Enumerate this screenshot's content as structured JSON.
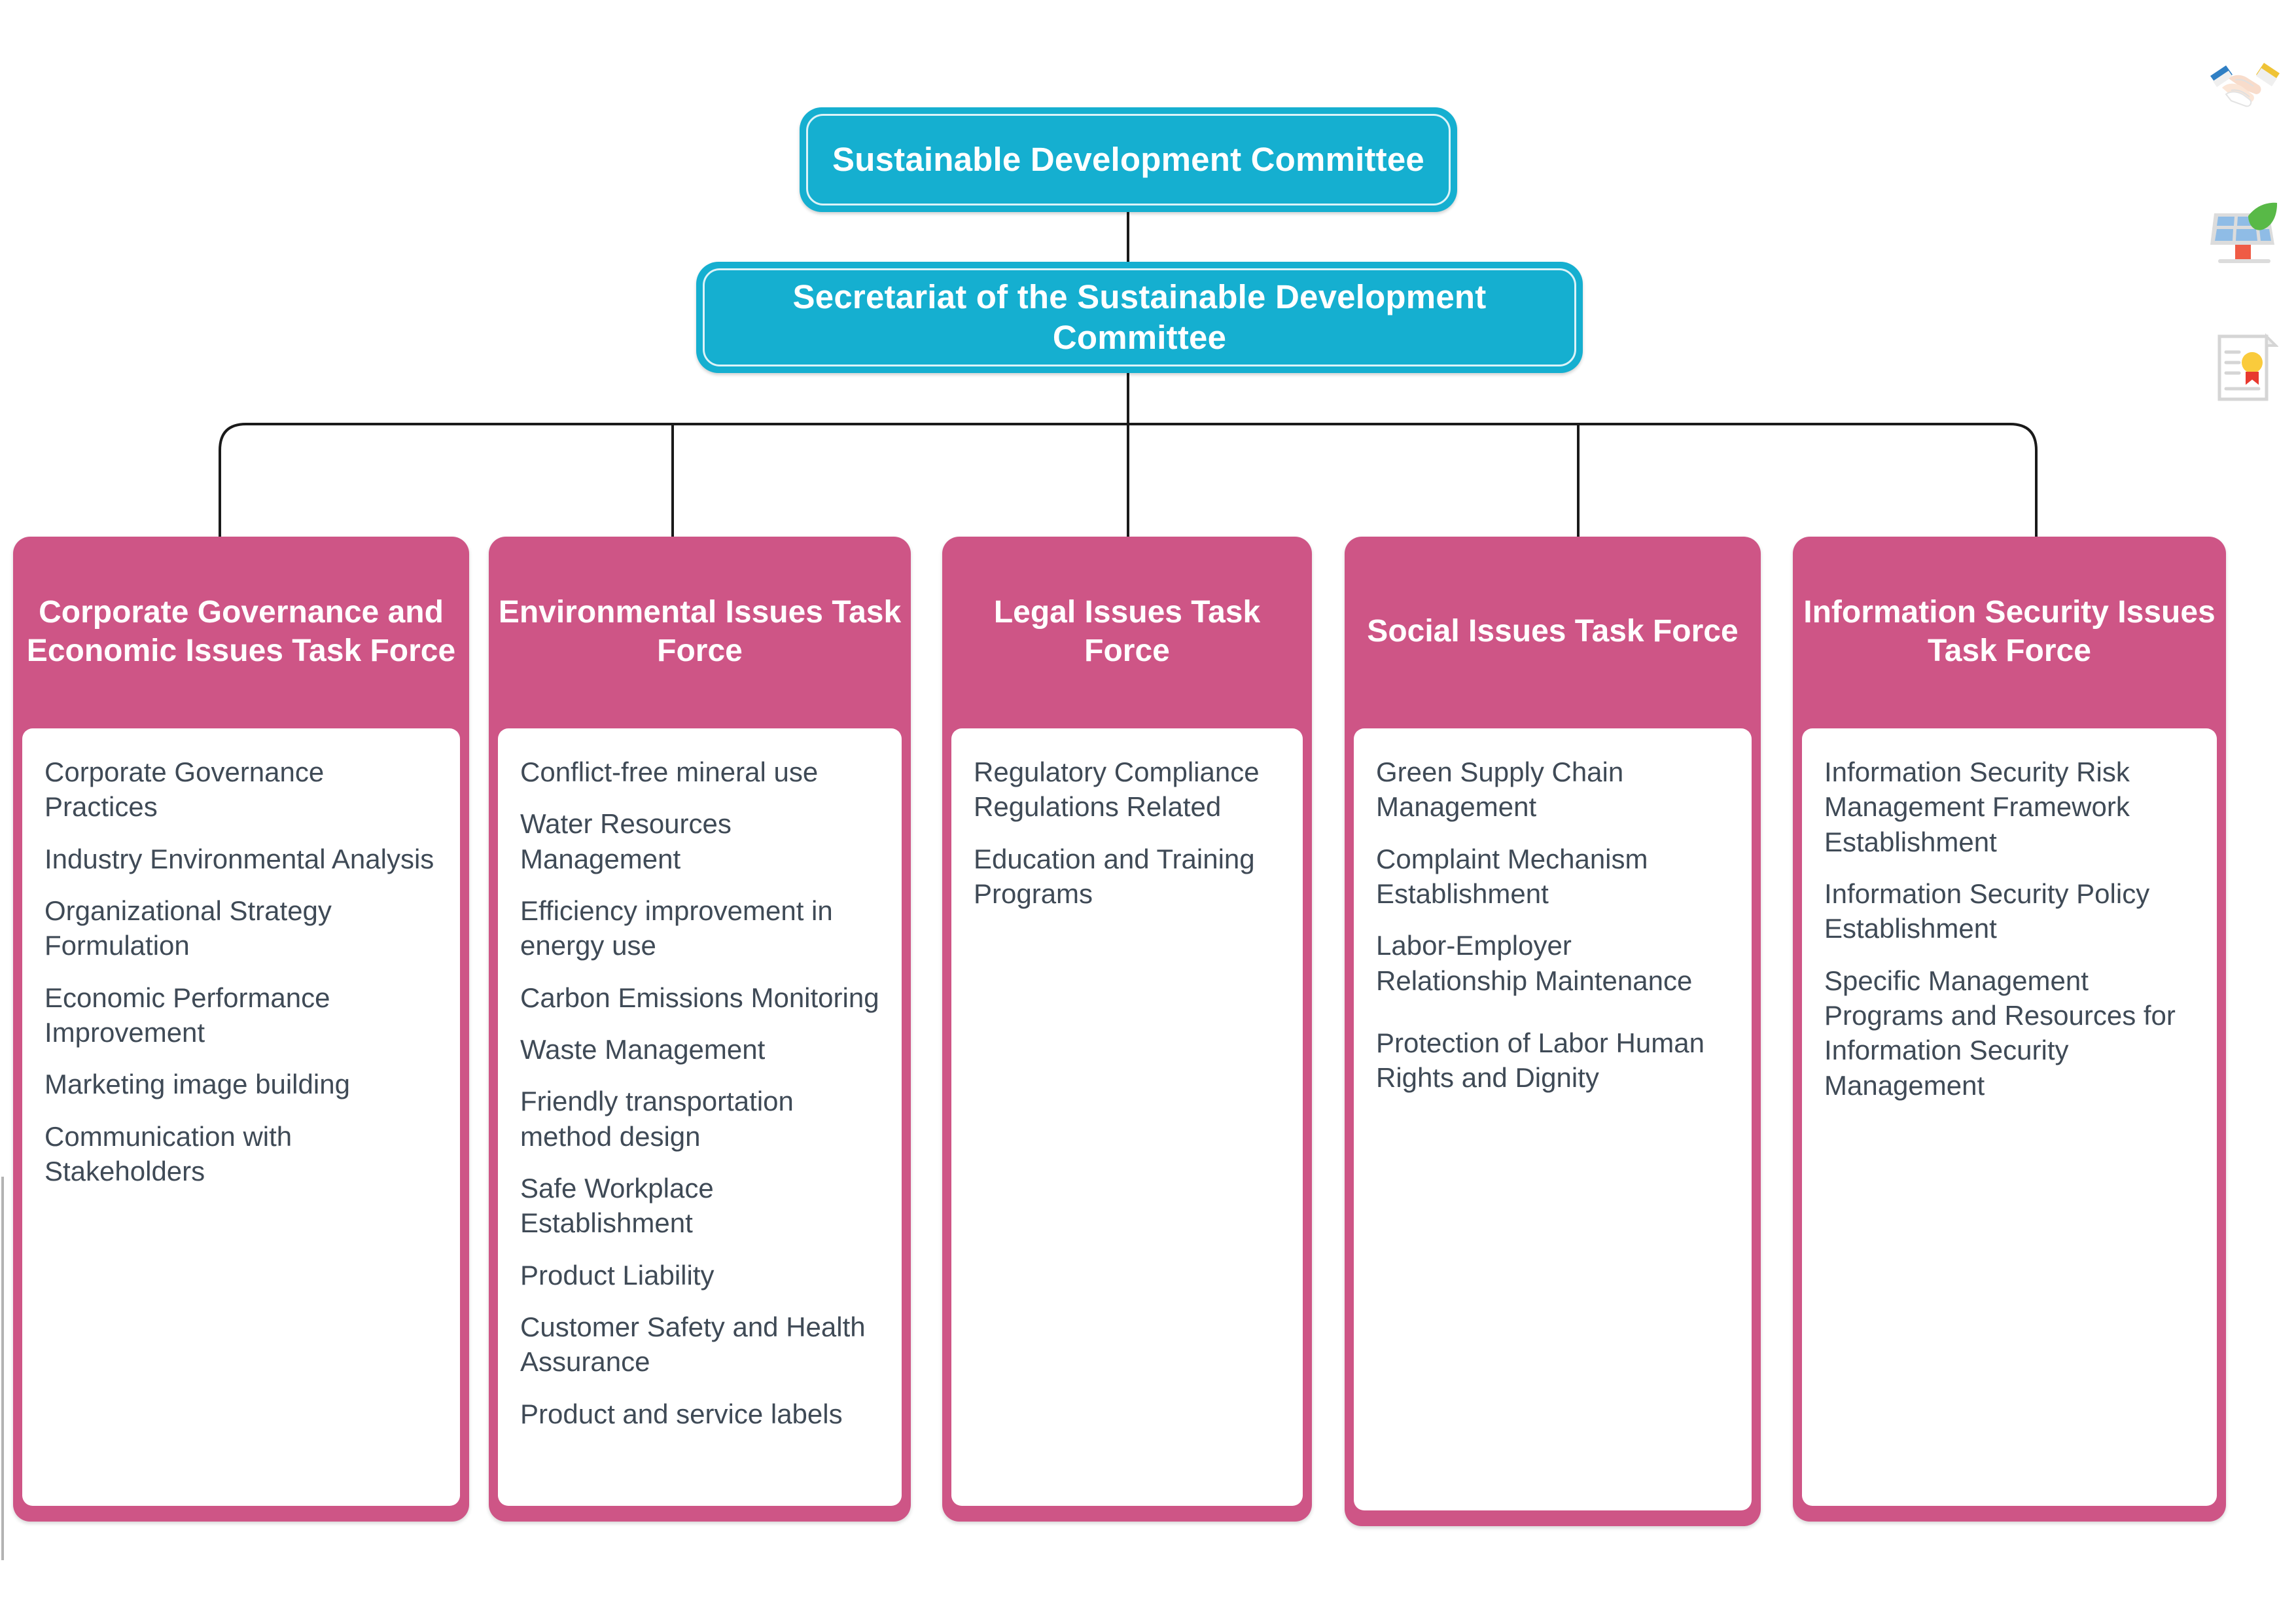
{
  "top_nodes": [
    {
      "id": "sustainable-development-committee",
      "label": "Sustainable Development Committee"
    },
    {
      "id": "secretariat",
      "label": "Secretariat of the Sustainable Development Committee"
    }
  ],
  "task_forces": [
    {
      "title": "Corporate Governance and Economic Issues Task Force",
      "items": [
        "Corporate Governance Practices",
        "Industry Environmental Analysis",
        "Organizational Strategy Formulation",
        "Economic Performance Improvement",
        "Marketing image building",
        "Communication with Stakeholders"
      ]
    },
    {
      "title": "Environmental Issues Task Force",
      "items": [
        "Conflict-free mineral use",
        "Water Resources Management",
        "Efficiency improvement in energy use",
        "Carbon Emissions Monitoring",
        "Waste Management",
        "Friendly transportation method design",
        "Safe Workplace Establishment",
        "Product Liability",
        "Customer Safety and Health Assurance",
        "Product and service labels"
      ]
    },
    {
      "title": "Legal Issues Task Force",
      "items": [
        "Regulatory Compliance Regulations Related",
        "Education and Training Programs"
      ]
    },
    {
      "title": "Social Issues Task Force",
      "items": [
        "Green Supply Chain Management",
        "Complaint Mechanism Establishment",
        "Labor-Employer Relationship Maintenance",
        "Protection of Labor Human Rights and Dignity"
      ]
    },
    {
      "title": "Information Security Issues Task Force",
      "items": [
        "Information Security Risk Management Framework Establishment",
        "Information Security Policy Establishment",
        "Specific Management Programs and Resources for Information Security Management"
      ]
    }
  ],
  "decorative_icons": [
    {
      "name": "handshake-icon"
    },
    {
      "name": "solar-panel-leaf-icon"
    },
    {
      "name": "certificate-seal-icon"
    }
  ],
  "colors": {
    "committee_cyan": "#15AFD0",
    "task_force_pink": "#CE5586",
    "item_text": "#3F4A56",
    "connector_line": "#1A1A1A",
    "card_body_bg": "#FFFFFF"
  }
}
